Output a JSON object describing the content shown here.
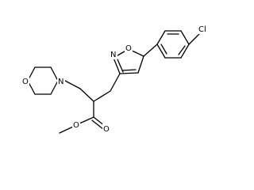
{
  "diagram": {
    "kind": "chemical-structure",
    "atom_labels": {
      "chlorine": "Cl",
      "isoxazole_n": "N",
      "isoxazole_o": "O",
      "morpholine_n": "N",
      "morpholine_o": "O",
      "carbonyl_o": "O",
      "ester_o": "O"
    },
    "colors": {
      "bond": "#000000",
      "label": "#000000",
      "background": "#ffffff"
    }
  }
}
